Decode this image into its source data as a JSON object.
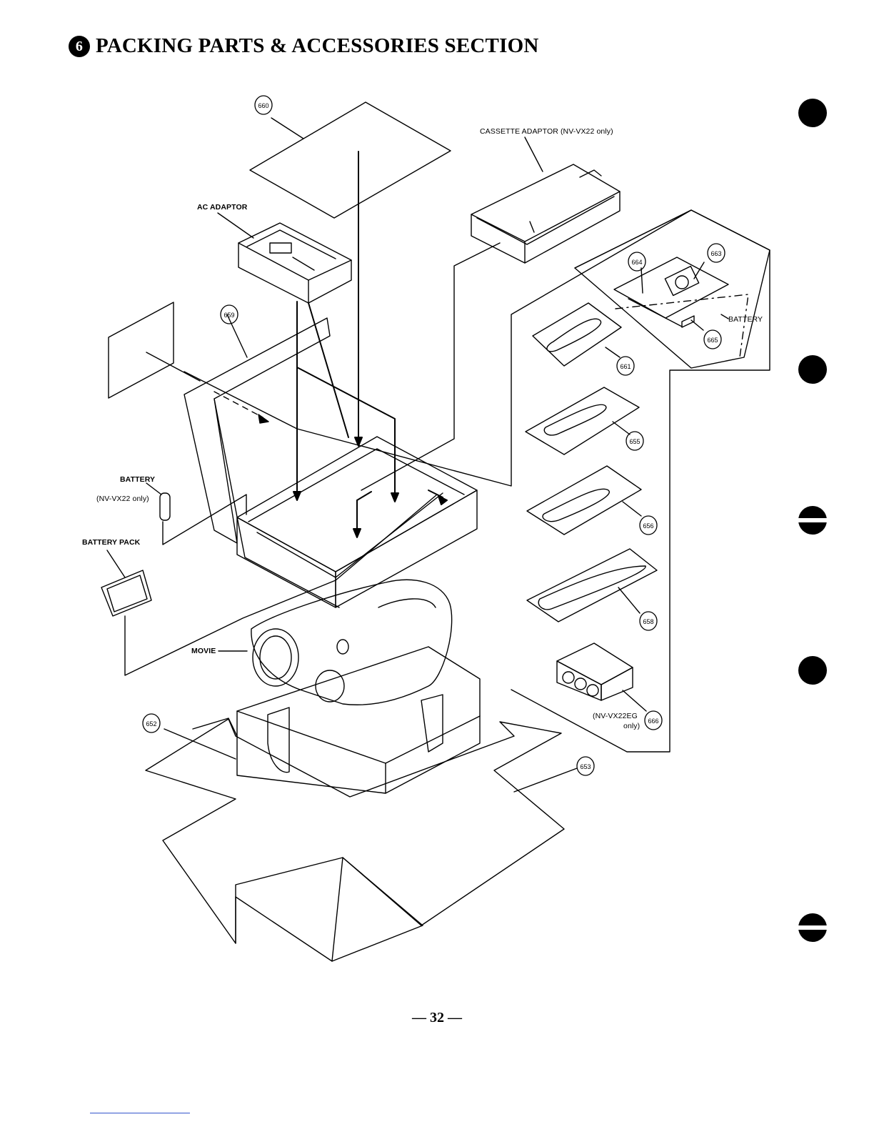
{
  "header": {
    "section_number": "6",
    "title": "PACKING PARTS & ACCESSORIES SECTION"
  },
  "callouts": [
    {
      "id": "660"
    },
    {
      "id": "659"
    },
    {
      "id": "664"
    },
    {
      "id": "663"
    },
    {
      "id": "665"
    },
    {
      "id": "661"
    },
    {
      "id": "655"
    },
    {
      "id": "656"
    },
    {
      "id": "658"
    },
    {
      "id": "666"
    },
    {
      "id": "652"
    },
    {
      "id": "653"
    }
  ],
  "labels": {
    "cassette_adaptor": "CASSETTE ADAPTOR (NV-VX22 only)",
    "ac_adaptor": "AC ADAPTOR",
    "battery_right": "BATTERY",
    "battery_left": "BATTERY",
    "battery_left_note": "(NV-VX22 only)",
    "battery_pack": "BATTERY PACK",
    "movie": "MOVIE",
    "nv_vx22eg_line1": "(NV-VX22EG",
    "nv_vx22eg_line2": "only)"
  },
  "footer": {
    "page_number": "— 32 —"
  },
  "binder_marks": [
    "dot",
    "dot",
    "split",
    "dot",
    "split"
  ]
}
